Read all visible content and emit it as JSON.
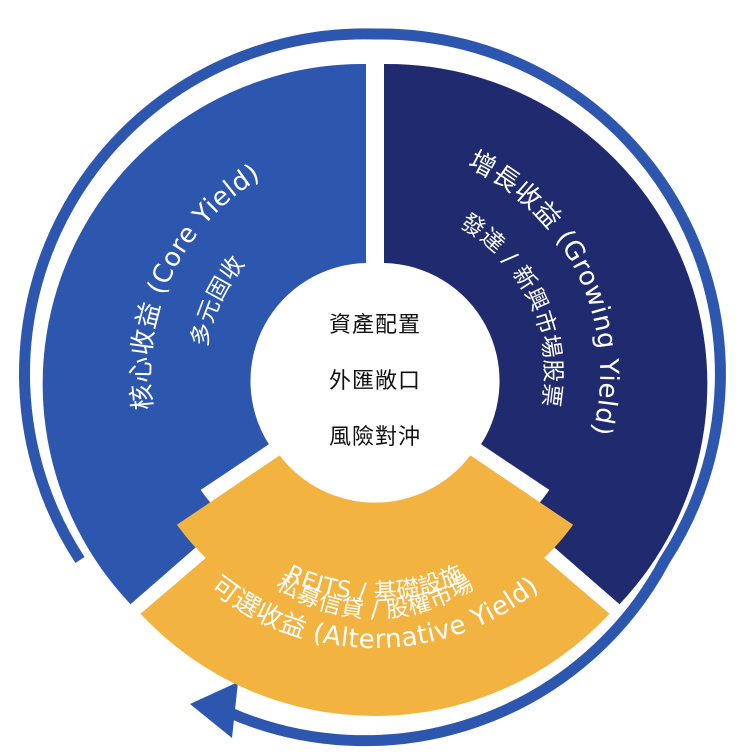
{
  "colors": {
    "core": "#2d57ae",
    "growing": "#1f2b6e",
    "alternative": "#f2b340",
    "arrow": "#2d57ae",
    "center_fill": "#ffffff",
    "center_text": "#111111"
  },
  "segments": {
    "core": {
      "outer_label": "核心收益 (Core Yield)",
      "inner_label": "多元固收"
    },
    "growing": {
      "outer_label": "增長收益 (Growing Yield)",
      "inner_label": "發達 / 新興市場股票"
    },
    "alternative": {
      "outer_label": "可選收益 (Alternative Yield)",
      "inner_line1": "REITS / 基礎設施",
      "inner_line2": "私募信貸 / 股權市場"
    }
  },
  "center": {
    "lines": [
      "資產配置",
      "外匯敞口",
      "風險對沖"
    ]
  },
  "icons": {
    "cycle_arrow": "circular-arrow-icon"
  }
}
